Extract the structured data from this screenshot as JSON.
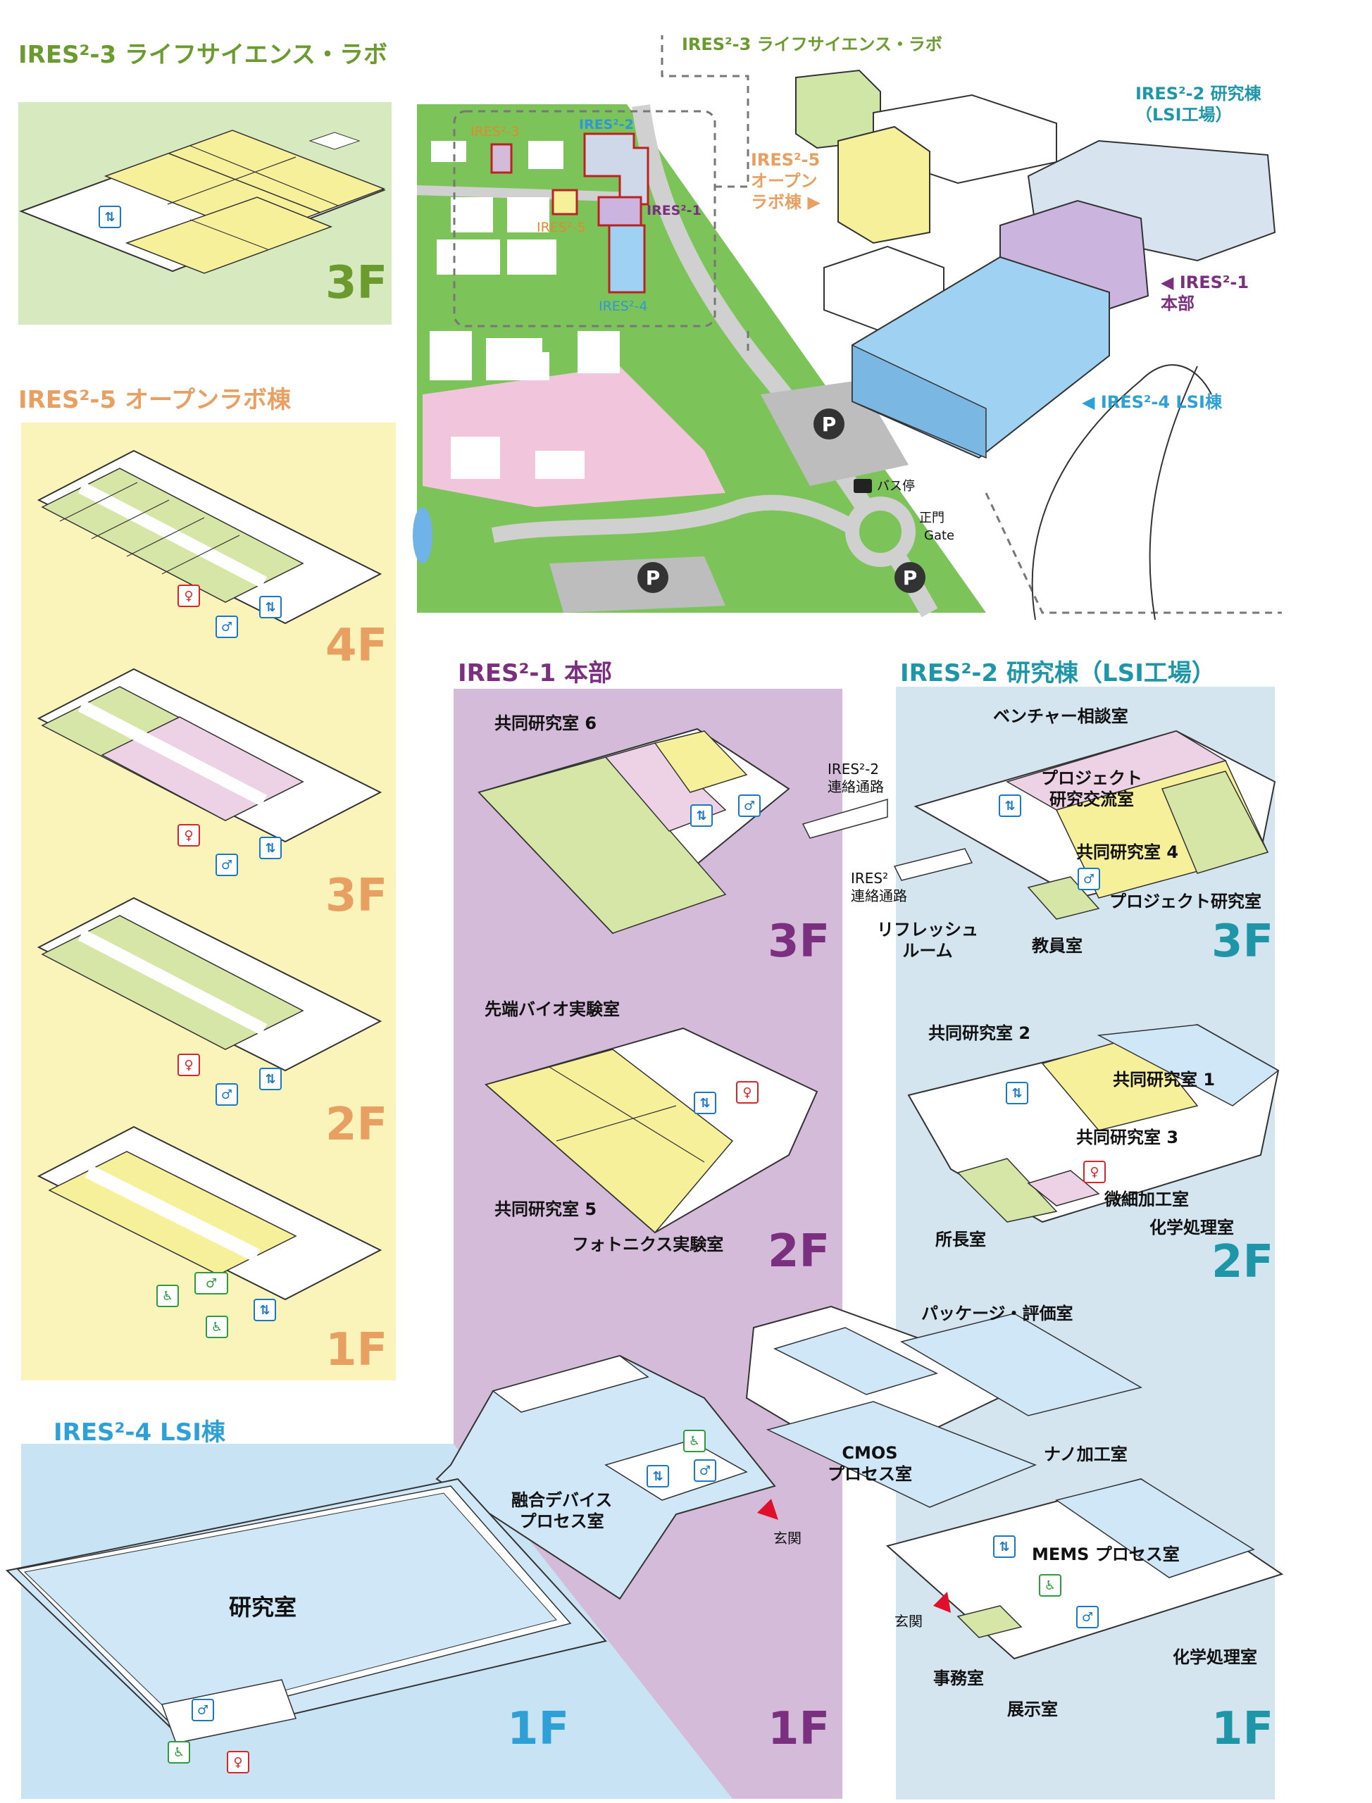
{
  "colors": {
    "green": "#d6e6a6",
    "yellow": "#f7f09a",
    "pink": "#ecd2e4",
    "blue": "#cfe7f7",
    "purple_bg": "#d4bbd9",
    "lightblue_bg": "#d4e5f0",
    "ires3_title": "#6b9a2f",
    "ires5_title": "#e8a062",
    "ires1_title": "#7b2f7f",
    "ires2_title": "#1f96a8",
    "ires4_title": "#2fa0d6"
  },
  "ires3": {
    "title": "IRES²-3 ライフサイエンス・ラボ",
    "floor": "3F"
  },
  "ires5": {
    "title": "IRES²-5 オープンラボ棟",
    "floors": [
      "4F",
      "3F",
      "2F",
      "1F"
    ]
  },
  "ires1": {
    "title": "IRES²-1 本部",
    "floor3": "3F",
    "floor2": "2F",
    "floor1": "1F",
    "labels": {
      "kyodo6": "共同研究室 6",
      "renraku1": "IRES²-2\n連絡通路",
      "sentan": "先端バイオ実験室",
      "kyodo5": "共同研究室 5",
      "photonics": "フォトニクス実験室",
      "yugo": "融合デバイス\nプロセス室",
      "genkan": "玄関"
    }
  },
  "ires2": {
    "title": "IRES²-2 研究棟（LSI工場）",
    "floor3": "3F",
    "floor2": "2F",
    "floor1": "1F",
    "labels": {
      "venture": "ベンチャー相談室",
      "project_koryu": "プロジェクト\n研究交流室",
      "kyodo4": "共同研究室 4",
      "renraku2": "IRES²\n連絡通路",
      "project": "プロジェクト研究室",
      "refresh": "リフレッシュ\nルーム",
      "kyoin": "教員室",
      "kyodo2": "共同研究室 2",
      "kyodo1": "共同研究室 1",
      "kyodo3": "共同研究室 3",
      "bisai": "微細加工室",
      "shocho": "所長室",
      "kagaku2": "化学処理室",
      "package": "パッケージ・評価室",
      "cmos": "CMOS\nプロセス室",
      "nano": "ナノ加工室",
      "mems": "MEMS プロセス室",
      "genkan": "玄関",
      "jimu": "事務室",
      "tenji": "展示室",
      "kagaku1": "化学処理室"
    }
  },
  "ires4": {
    "title": "IRES²-4 LSI棟",
    "floor": "1F",
    "kenkyu": "研究室"
  },
  "map": {
    "ires3": "IRES²-3",
    "ires2": "IRES²-2",
    "ires1": "IRES²-1",
    "ires5": "IRES²-5",
    "ires4": "IRES²-4",
    "bus": "バス停",
    "gate_jp": "正門",
    "gate_en": "Gate",
    "parking": "P"
  },
  "aerial": {
    "ires3": "IRES²-3 ライフサイエンス・ラボ",
    "ires2": "IRES²-2 研究棟\n（LSI工場）",
    "ires5": "IRES²-5\nオープン\nラボ棟 ▶",
    "ires1": "◀ IRES²-1\n本部",
    "ires4": "◀ IRES²-4 LSI棟"
  },
  "icons": {
    "elevator": "⇅",
    "men": "♂",
    "women": "♀",
    "access": "♿"
  }
}
